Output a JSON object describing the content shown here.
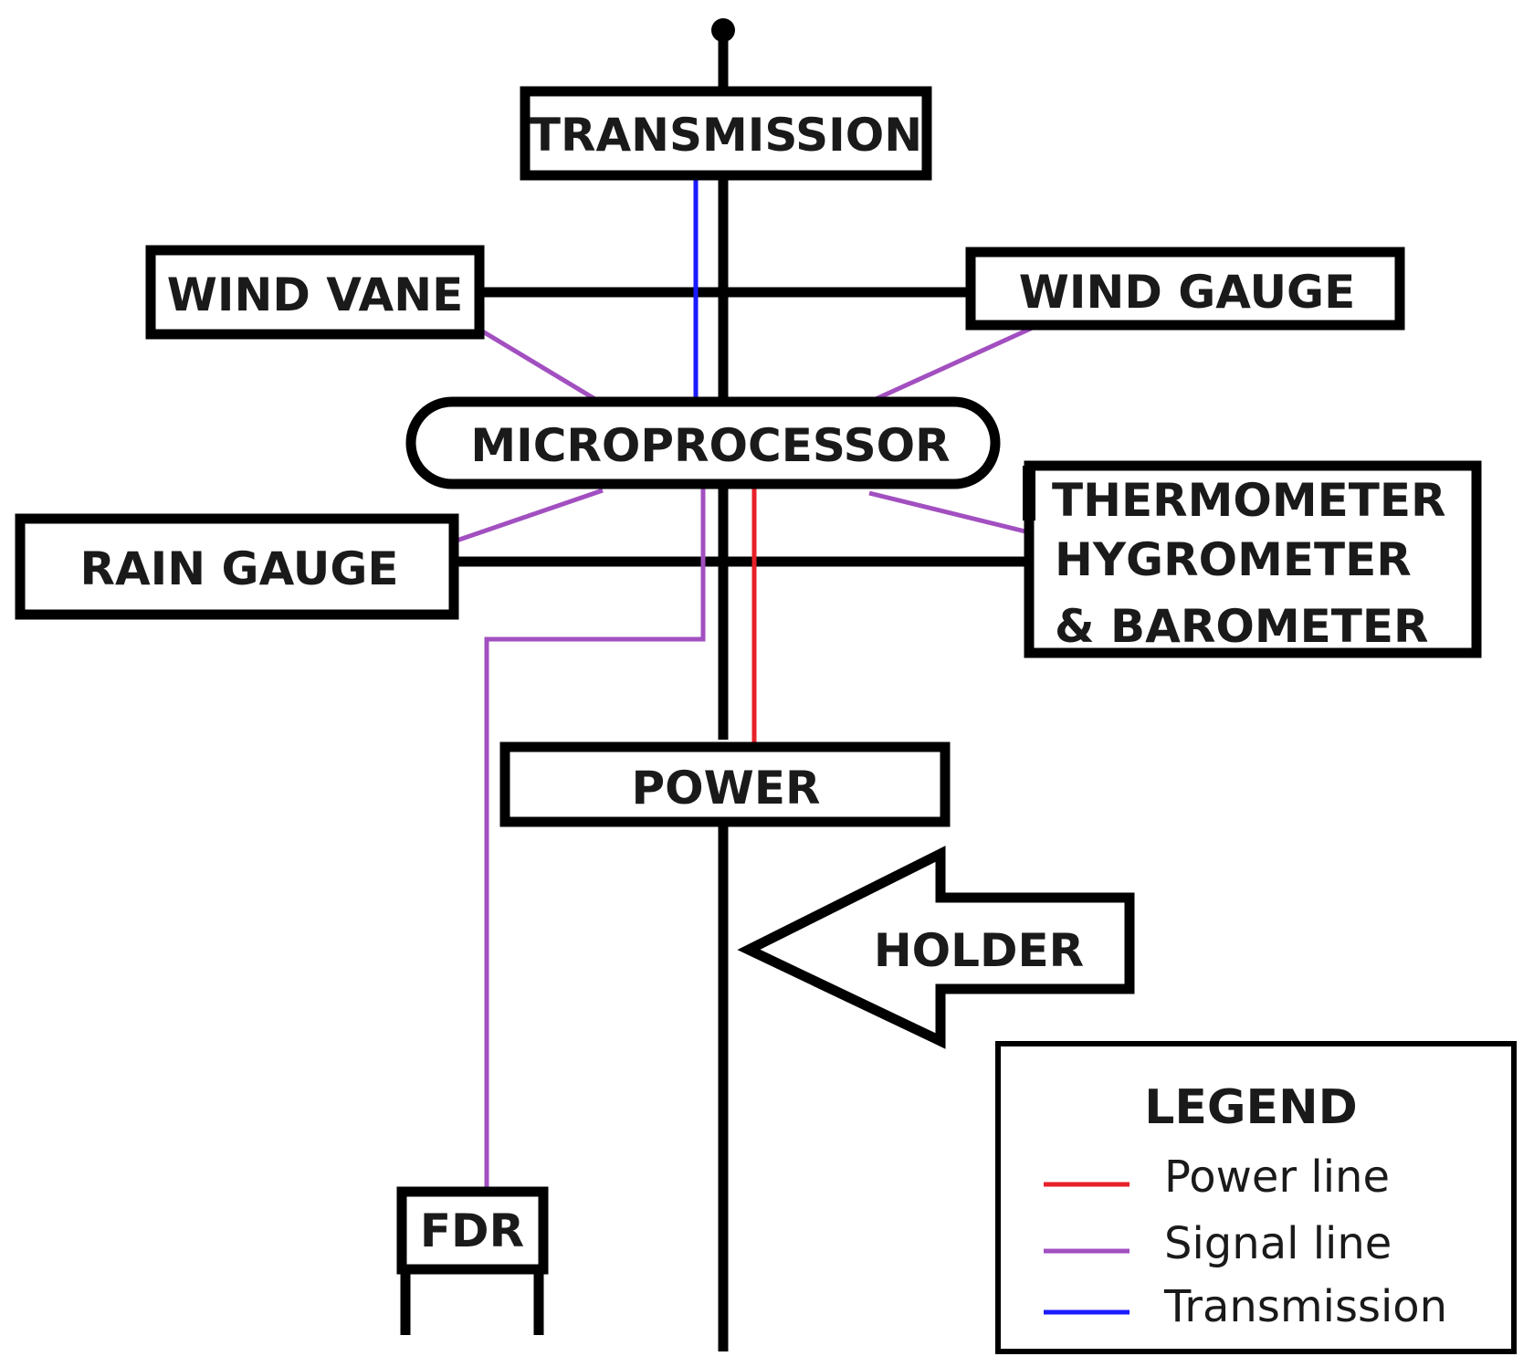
{
  "labels": {
    "transmission": "TRANSMISSION",
    "wind_vane": "WIND VANE",
    "wind_gauge": "WIND GAUGE",
    "microprocessor": "MICROPROCESSOR",
    "rain_gauge": "RAIN GAUGE",
    "thermo_line1": "THERMOMETER",
    "thermo_line2": "HYGROMETER",
    "thermo_line3": "& BAROMETER",
    "power": "POWER",
    "holder": "HOLDER",
    "fdr": "FDR"
  },
  "legend": {
    "title": "LEGEND",
    "items": [
      {
        "label": "Power line",
        "color": "#e8202a"
      },
      {
        "label": "Signal line",
        "color": "#a24fc0"
      },
      {
        "label": "Transmission",
        "color": "#1a1aff"
      }
    ]
  },
  "colors": {
    "structure": "#000000",
    "power_line": "#e8202a",
    "signal_line": "#a24fc0",
    "transmission_line": "#1a1aff"
  }
}
